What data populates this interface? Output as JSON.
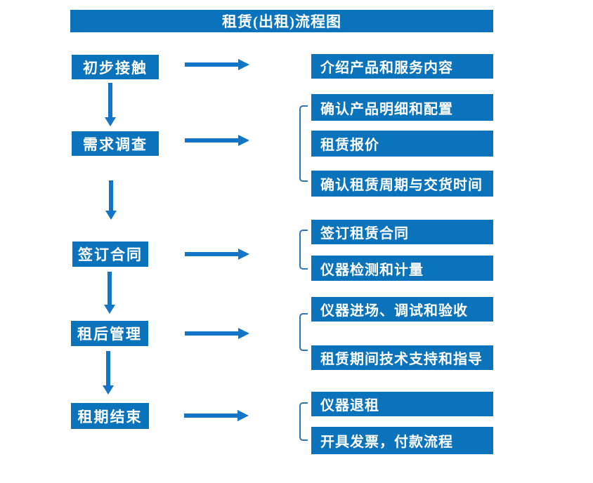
{
  "title": "租赁(出租)流程图",
  "colors": {
    "box_blue": "#0b72bc",
    "arrow_blue": "#1375c8",
    "bracket_blue": "#2e75b6",
    "text_white": "#ffffff"
  },
  "steps": [
    {
      "label": "初步接触",
      "details": [
        "介绍产品和服务内容"
      ]
    },
    {
      "label": "需求调查",
      "details": [
        "确认产品明细和配置",
        "租赁报价",
        "确认租赁周期与交货时间"
      ]
    },
    {
      "label": "签订合同",
      "details": [
        "签订租赁合同",
        "仪器检测和计量"
      ]
    },
    {
      "label": "租后管理",
      "details": [
        "仪器进场、调试和验收",
        "租赁期间技术支持和指导"
      ]
    },
    {
      "label": "租期结束",
      "details": [
        "仪器退租",
        "开具发票，付款流程"
      ]
    }
  ]
}
